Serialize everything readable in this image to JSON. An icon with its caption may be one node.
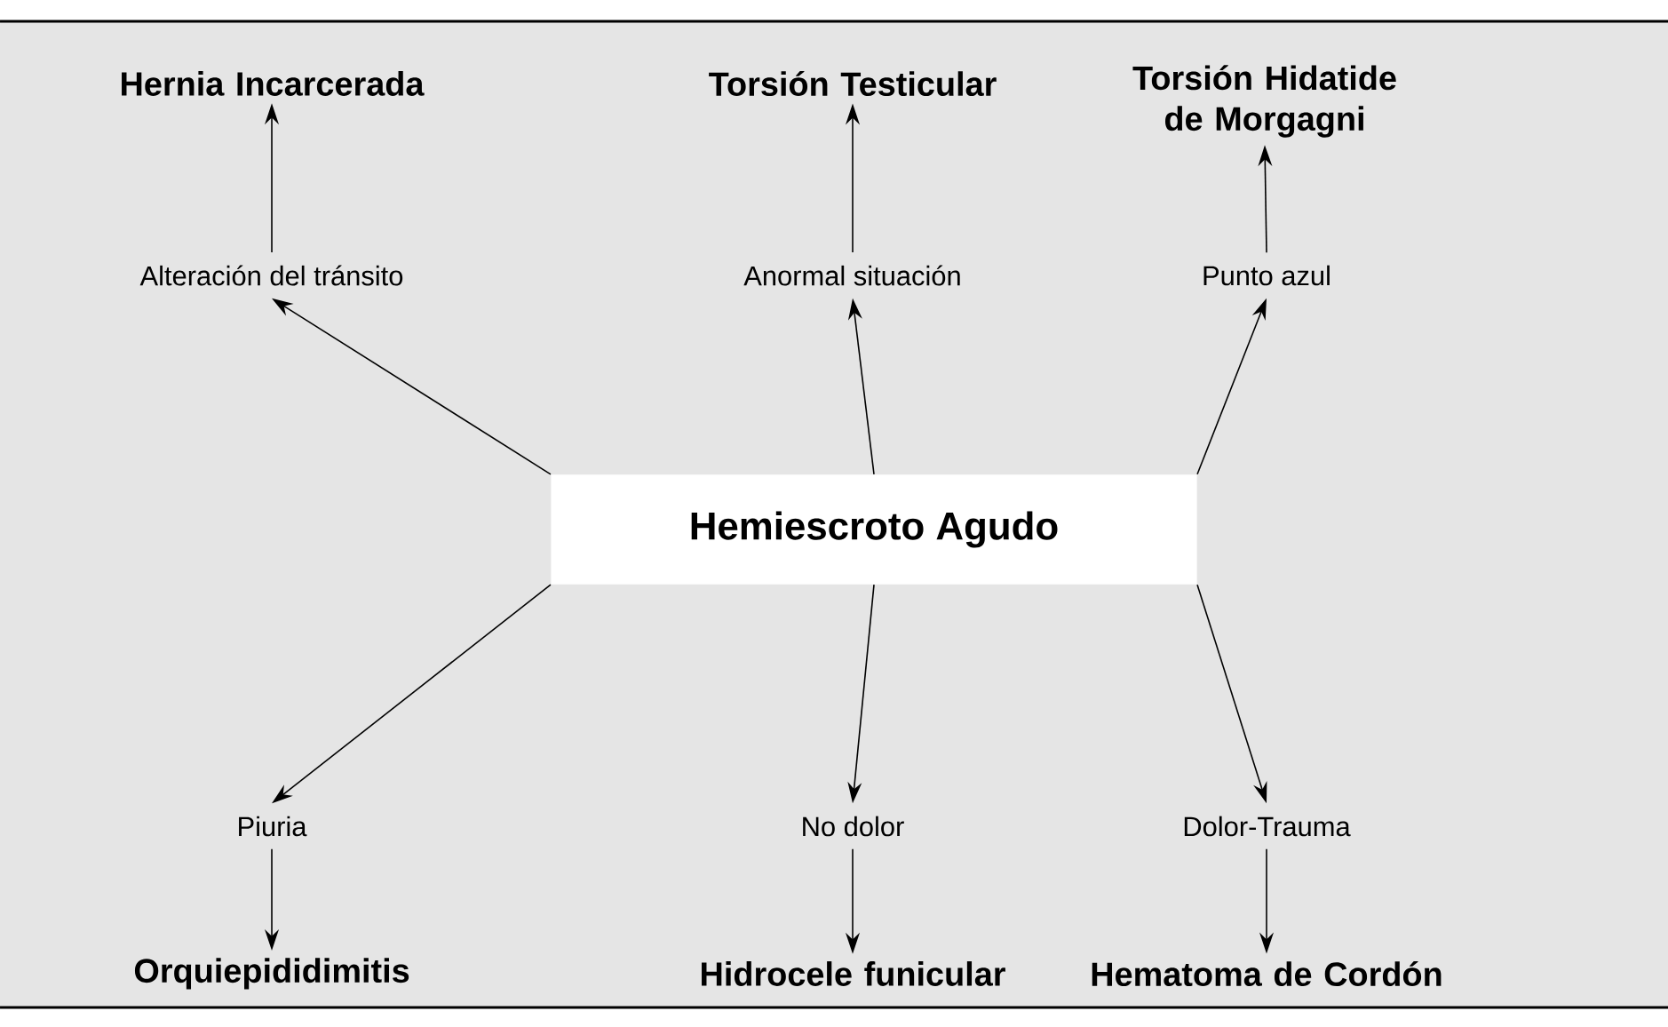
{
  "diagram": {
    "nodes": [
      {
        "text": [
          "Hernia Incarcerada"
        ]
      },
      {
        "text": [
          "Torsión Testicular"
        ]
      },
      {
        "text": [
          "Torsión Hidatide de Morgagni"
        ]
      },
      {
        "text": [
          "Alteración del tránsito"
        ]
      },
      {
        "text": [
          "Anormal situación"
        ]
      },
      {
        "text": [
          "Punto azul"
        ]
      },
      {
        "text": [
          "Hemiescroto Agudo"
        ]
      },
      {
        "text": [
          "Piuria"
        ]
      },
      {
        "text": [
          "No dolor"
        ]
      },
      {
        "text": [
          "Dolor-Trauma"
        ]
      },
      {
        "text": [
          "Orquiepididimitis"
        ]
      },
      {
        "text": [
          "Hidrocele funicular"
        ]
      },
      {
        "text": [
          "Hematoma de Cordón"
        ]
      }
    ],
    "edges": [
      {
        "from": 6,
        "to": 3,
        "arrow": "to"
      },
      {
        "from": 6,
        "to": 4,
        "arrow": "to"
      },
      {
        "from": 6,
        "to": 5,
        "arrow": "to"
      },
      {
        "from": 6,
        "to": 7,
        "arrow": "to"
      },
      {
        "from": 6,
        "to": 8,
        "arrow": "to"
      },
      {
        "from": 6,
        "to": 9,
        "arrow": "to"
      },
      {
        "from": 3,
        "to": 0,
        "arrow": "to"
      },
      {
        "from": 4,
        "to": 1,
        "arrow": "to"
      },
      {
        "from": 5,
        "to": 2,
        "arrow": "to"
      },
      {
        "from": 7,
        "to": 10,
        "arrow": "to"
      },
      {
        "from": 8,
        "to": 11,
        "arrow": "to"
      },
      {
        "from": 9,
        "to": 12,
        "arrow": "to"
      }
    ]
  }
}
